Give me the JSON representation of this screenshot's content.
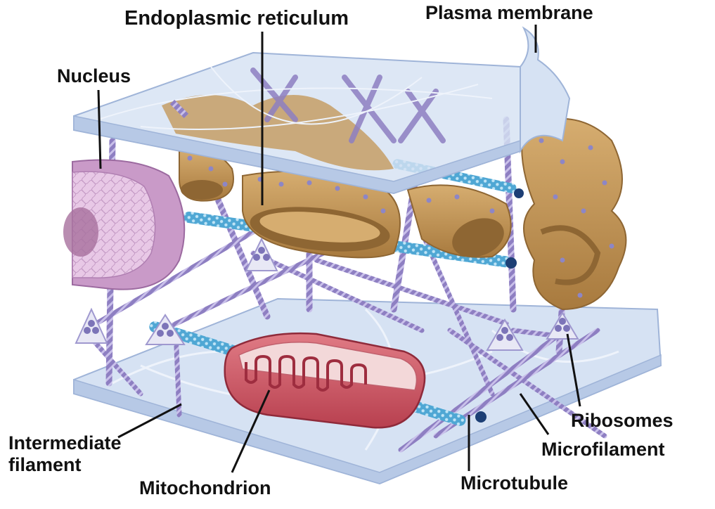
{
  "labels": {
    "endoplasmic_reticulum": "Endoplasmic reticulum",
    "plasma_membrane": "Plasma membrane",
    "nucleus": "Nucleus",
    "ribosomes": "Ribosomes",
    "microfilament": "Microfilament",
    "intermediate_line1": "Intermediate",
    "intermediate_line2": "filament",
    "mitochondrion": "Mitochondrion",
    "microtubule": "Microtubule"
  },
  "colors": {
    "membrane_fill": "#d6e2f3",
    "membrane_edge": "#9fb4d8",
    "er_fill": "#c49a5c",
    "er_dark": "#8e6633",
    "ribosome": "#8d86c6",
    "filament": "#8e7fc2",
    "microtubule": "#4fa7d4",
    "nucleus_fill": "#c99ac8",
    "mito_outer": "#c75a67",
    "mito_inner": "#9e2d3f",
    "leader_line": "#111111"
  }
}
